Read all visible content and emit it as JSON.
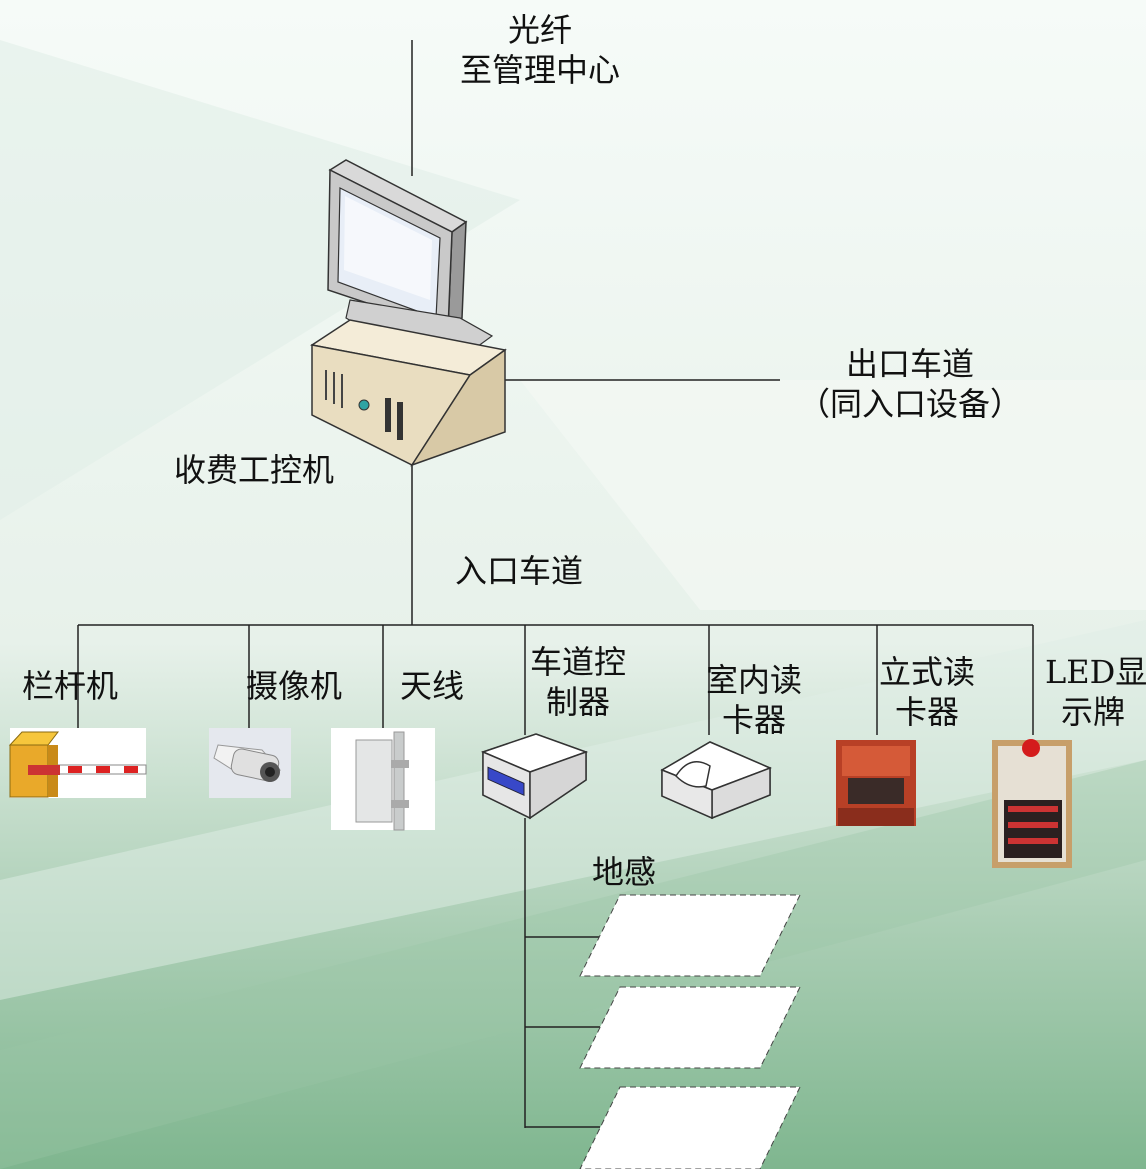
{
  "fiber": {
    "line1": "光纤",
    "line2": "至管理中心"
  },
  "exit_lane": {
    "line1": "出口车道",
    "line2": "（同入口设备）"
  },
  "toll_pc": {
    "label": "收费工控机"
  },
  "entry_lane": {
    "label": "入口车道"
  },
  "devices": {
    "barrier": "栏杆机",
    "camera": "摄像机",
    "antenna": "天线",
    "lane_controller": {
      "line1": "车道控",
      "line2": "制器"
    },
    "indoor_reader": {
      "line1": "室内读",
      "line2": "卡器"
    },
    "standing_reader": {
      "line1": "立式读",
      "line2": "卡器"
    },
    "led_display": {
      "line1": "LED显",
      "line2": "示牌"
    }
  },
  "loop_sensor": {
    "label": "地感"
  },
  "colors": {
    "bg_light": "#eef6f2",
    "bg_green": "#6fa98a",
    "line": "#222222"
  }
}
